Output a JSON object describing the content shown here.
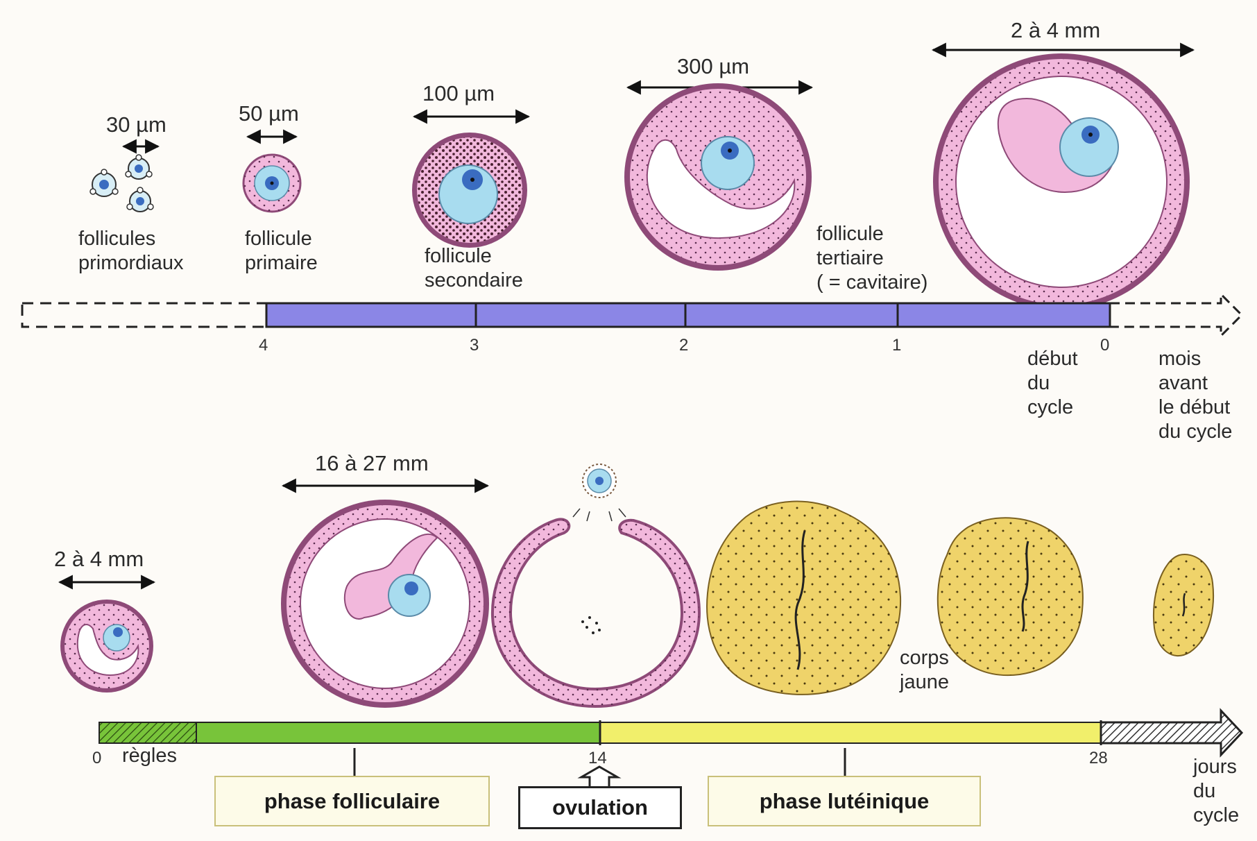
{
  "colors": {
    "follicle_pink": "#f2b8dc",
    "follicle_rim": "#8e4a78",
    "oocyte_blue": "#a8dcef",
    "nucleus_blue": "#3a6cc0",
    "corpus_yellow": "#efd36a",
    "month_bar": "#8b86e6",
    "follicular_green": "#78c43a",
    "luteal_yellow": "#f1ef6b"
  },
  "top": {
    "labels": {
      "primordiaux": [
        "follicules",
        "primordiaux"
      ],
      "primaire": [
        "follicule",
        "primaire"
      ],
      "secondaire": [
        "follicule",
        "secondaire"
      ],
      "tertiaire": [
        "follicule",
        "tertiaire",
        "( = cavitaire)"
      ]
    },
    "measures": {
      "m30": "30 µm",
      "m50": "50 µm",
      "m100": "100 µm",
      "m300": "300 µm",
      "m2to4": "2 à 4 mm"
    },
    "ticks": [
      "4",
      "3",
      "2",
      "1",
      "0"
    ],
    "start_label": [
      "début",
      "du",
      "cycle"
    ],
    "axis_label": [
      "mois",
      "avant",
      "le début",
      "du cycle"
    ]
  },
  "bottom": {
    "measures": {
      "m2to4": "2 à 4 mm",
      "m16to27": "16 à 27 mm"
    },
    "corps_jaune": [
      "corps",
      "jaune"
    ],
    "ticks": [
      "0",
      "14",
      "28"
    ],
    "regles": "règles",
    "axis_label": [
      "jours",
      "du",
      "cycle"
    ],
    "phases": {
      "follicular": "phase folliculaire",
      "ovulation": "ovulation",
      "luteal": "phase lutéinique"
    }
  }
}
